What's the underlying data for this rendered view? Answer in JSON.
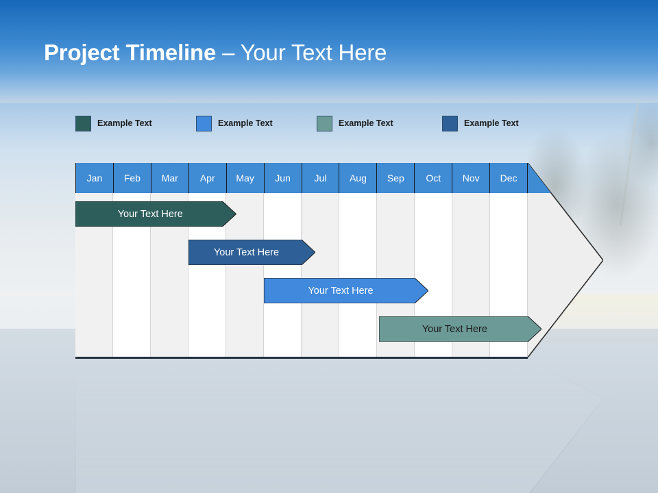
{
  "slide": {
    "title_bold": "Project Timeline",
    "title_rest": " – Your Text Here",
    "background_top_color": "#1668b8",
    "background_bottom_color": "#bcc8d3"
  },
  "legend": {
    "items": [
      {
        "label": "Example Text",
        "color": "#2e5e5c",
        "x": 0
      },
      {
        "label": "Example Text",
        "color": "#4089dd",
        "x": 176
      },
      {
        "label": "Example Text",
        "color": "#6c9a96",
        "x": 352
      },
      {
        "label": "Example Text",
        "color": "#2e5f96",
        "x": 535
      }
    ]
  },
  "chart_data": {
    "type": "bar",
    "title": "Project Timeline – Your Text Here",
    "xlabel": "",
    "ylabel": "",
    "orientation": "horizontal-gantt",
    "grid": true,
    "legend_position": "top",
    "categories": [
      "Jan",
      "Feb",
      "Mar",
      "Apr",
      "May",
      "Jun",
      "Jul",
      "Aug",
      "Sep",
      "Oct",
      "Nov",
      "Dec"
    ],
    "header_fill": "#3f8bd4",
    "header_text_color": "#ffffff",
    "plot_fill_shade": "#f1f1f1",
    "plot_fill_plain": "#ffffff",
    "plot_border_color": "#2b2b2b",
    "arrow_fill": "#eeeeee",
    "series": [
      {
        "name": "Your  Text Here",
        "label": "Your  Text Here",
        "color": "#2e5e5c",
        "text_color": "#ffffff",
        "start_month": "Jan",
        "end_month": "Apr",
        "start": 0.0,
        "end": 3.9,
        "row": 0
      },
      {
        "name": "Your  Text Here",
        "label": "Your  Text Here",
        "color": "#2e5f96",
        "text_color": "#ffffff",
        "start_month": "Mar",
        "end_month": "Jun",
        "start": 3.0,
        "end": 6.0,
        "row": 1
      },
      {
        "name": "Your  Text Here",
        "label": "Your  Text Here",
        "color": "#4089dd",
        "text_color": "#ffffff",
        "start_month": "May",
        "end_month": "Aug",
        "start": 5.0,
        "end": 9.0,
        "row": 2
      },
      {
        "name": "Your  Text Here",
        "label": "Your  Text Here",
        "color": "#6c9a96",
        "text_color": "#1a1a1a",
        "start_month": "Sep",
        "end_month": "Dec",
        "start": 8.05,
        "end": 12.0,
        "row": 3
      }
    ]
  }
}
